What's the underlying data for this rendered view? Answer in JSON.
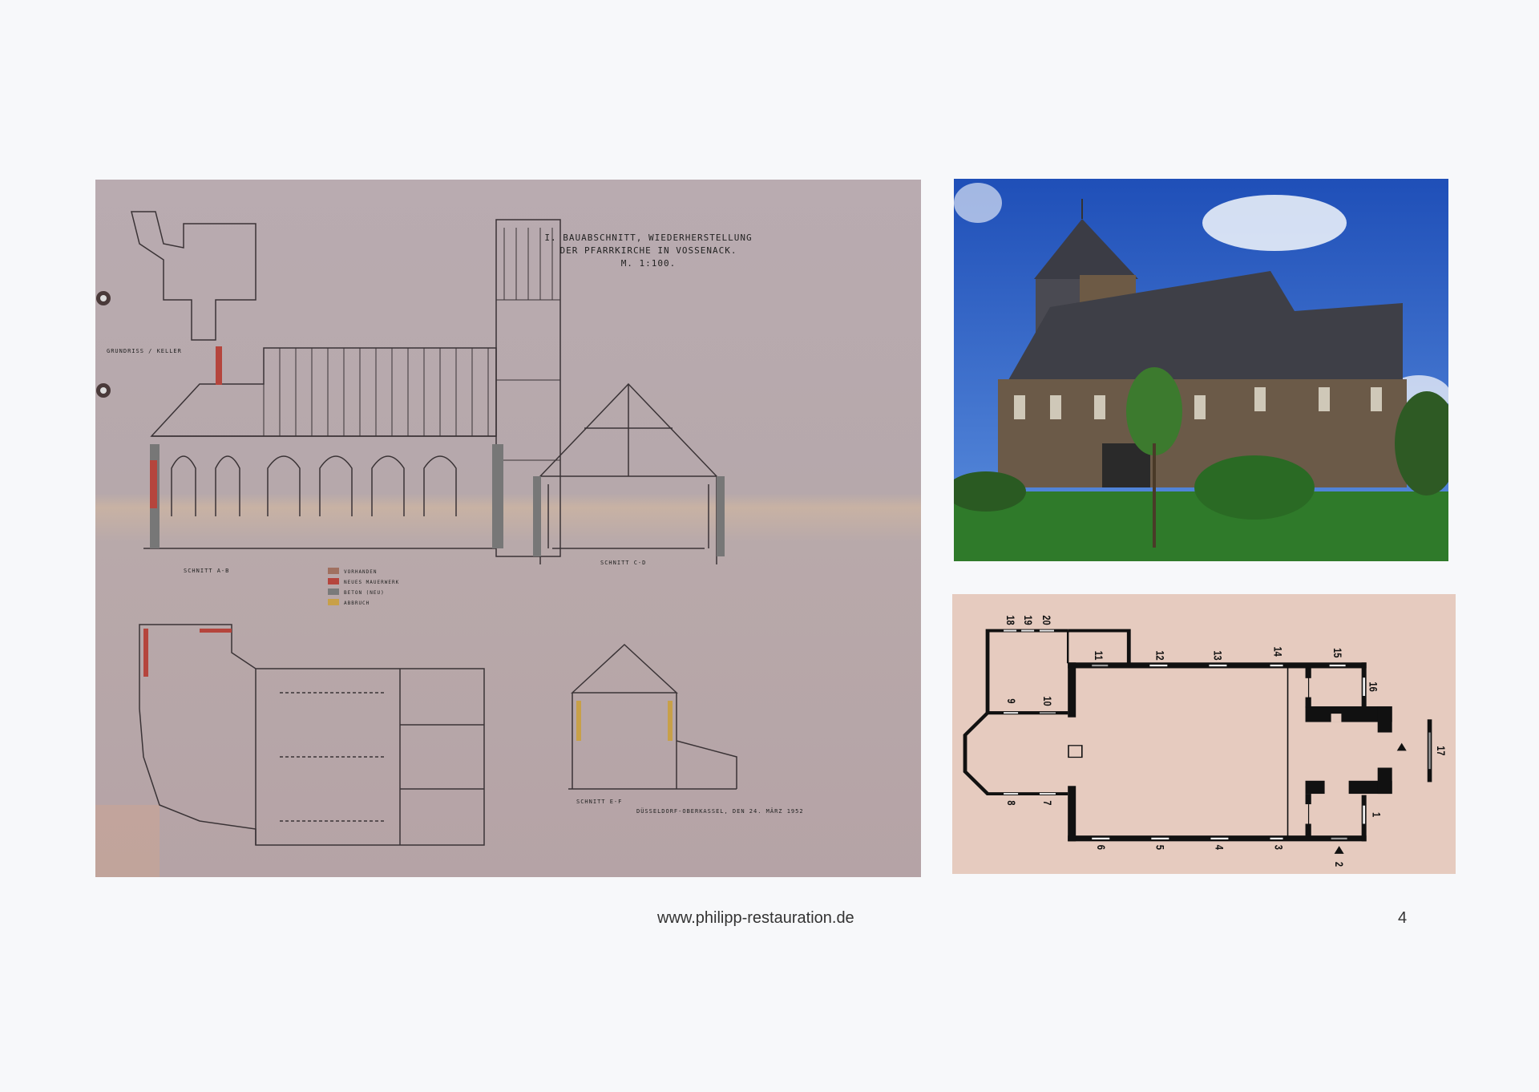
{
  "drawing": {
    "title_lines": [
      "I. BAUABSCHNITT, WIEDERHERSTELLUNG",
      "DER PFARRKIRCHE IN VOSSENACK.",
      "M. 1:100."
    ],
    "labels": {
      "section_ab": "SCHNITT A-B",
      "section_cd": "SCHNITT C-D",
      "section_ef": "SCHNITT E-F",
      "basement": "GRUNDRISS / KELLER",
      "legend": [
        "VORHANDEN",
        "NEUES MAUERWERK",
        "BETON (NEU)",
        "ABBRUCH"
      ],
      "signature_block": "DÜSSELDORF-OBERKASSEL, DEN 24. MÄRZ 1952"
    }
  },
  "photo": {
    "subject": "church-photo"
  },
  "plan": {
    "labels": [
      "1",
      "2",
      "3",
      "4",
      "5",
      "6",
      "7",
      "8",
      "9",
      "10",
      "11",
      "12",
      "13",
      "14",
      "15",
      "16",
      "17",
      "18",
      "19",
      "20"
    ]
  },
  "footer": {
    "url": "www.philipp-restauration.de",
    "page_number": "4"
  }
}
